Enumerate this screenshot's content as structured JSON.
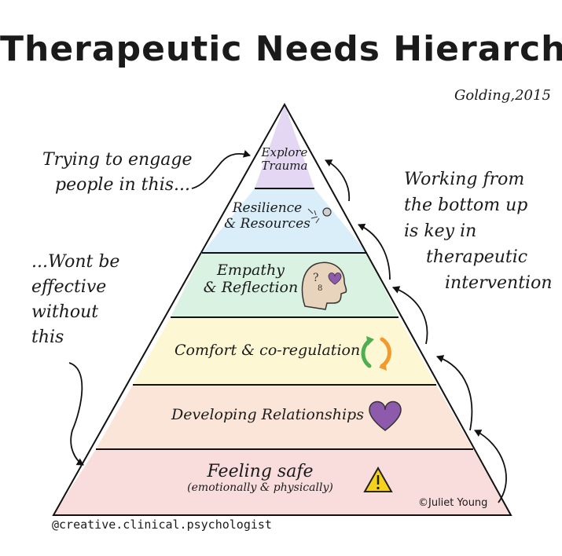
{
  "title": "Therapeutic Needs Hierarchy",
  "citation": "Golding,2015",
  "annotations": {
    "top_left": [
      "Trying to engage",
      "people in this..."
    ],
    "left": [
      "...Wont be",
      "effective",
      "without",
      "this"
    ],
    "right": [
      "Working from",
      "the bottom up",
      "is key in",
      "therapeutic",
      "intervention"
    ]
  },
  "levels": [
    {
      "label": "Explore",
      "label2": "Trauma",
      "color": "#e4d7f3",
      "icon": "none"
    },
    {
      "label": "Resilience",
      "label2": "& Resources",
      "color": "#d9eef8",
      "icon": "ball-sparkle-icon"
    },
    {
      "label": "Empathy",
      "label2": "& Reflection",
      "color": "#daf2e1",
      "icon": "head-heart-icon"
    },
    {
      "label": "Comfort & co-regulation",
      "label2": "",
      "color": "#fdf7d3",
      "icon": "cycle-arrows-icon"
    },
    {
      "label": "Developing Relationships",
      "label2": "",
      "color": "#fbe5d8",
      "icon": "heart-icon"
    },
    {
      "label": "Feeling safe",
      "label2": "(emotionally & physically)",
      "color": "#f9dcdc",
      "icon": "warning-icon"
    }
  ],
  "colors": {
    "heart": "#8e5bac",
    "warning": "#f5d31b",
    "arrow_green": "#4caf50",
    "arrow_orange": "#f29a2e"
  },
  "credit": "©Juliet Young",
  "handle": "@creative.clinical.psychologist"
}
